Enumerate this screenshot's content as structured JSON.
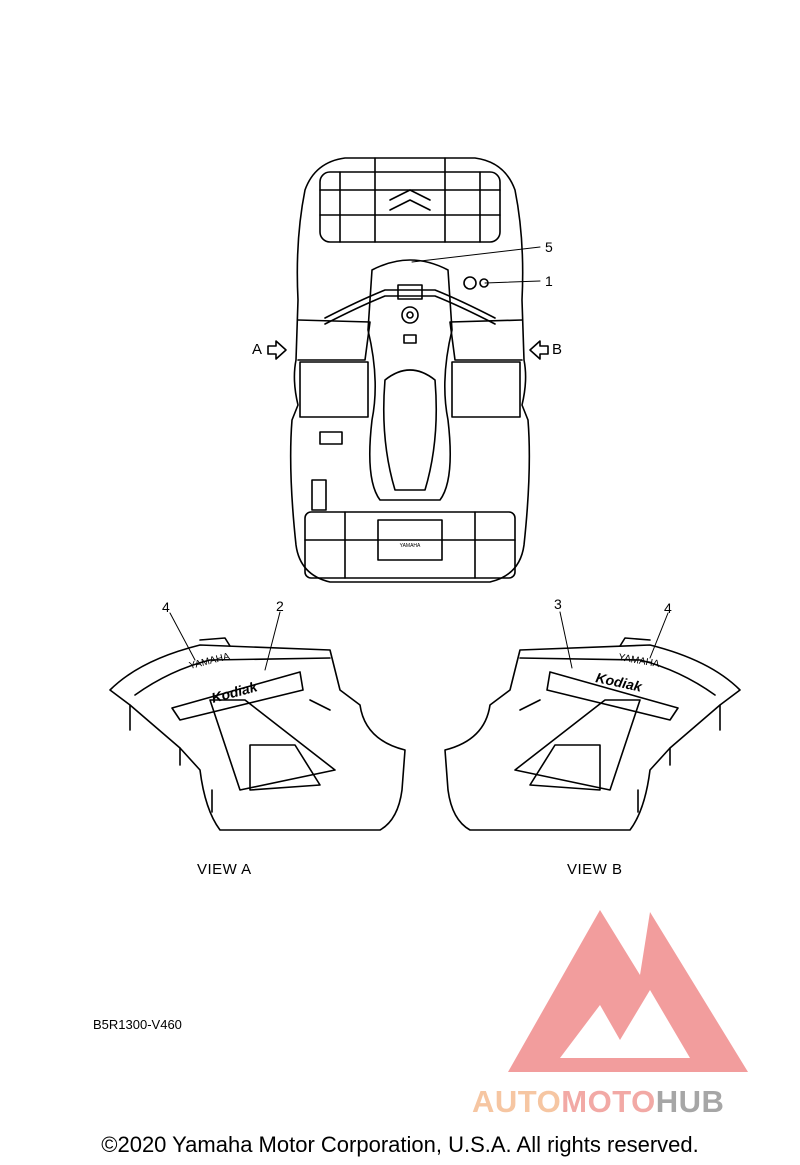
{
  "callouts": {
    "c1": "1",
    "c2": "2",
    "c3": "3",
    "c4a": "4",
    "c4b": "4",
    "c5": "5"
  },
  "arrows": {
    "a": "A",
    "b": "B"
  },
  "views": {
    "a": "VIEW A",
    "b": "VIEW B"
  },
  "decal_text": {
    "brand": "YAMAHA",
    "model": "Kodiak"
  },
  "diagram_code": "B5R1300-V460",
  "copyright": "©2020 Yamaha Motor Corporation, U.S.A. All rights reserved.",
  "watermark": {
    "part1": "AUTO",
    "part2": "MOTO",
    "part3": "HUB",
    "colors": {
      "auto": "#f6c6a2",
      "moto": "#f2a9a5",
      "hub": "#a6a6a6",
      "triangle": "#f08c8c"
    }
  }
}
